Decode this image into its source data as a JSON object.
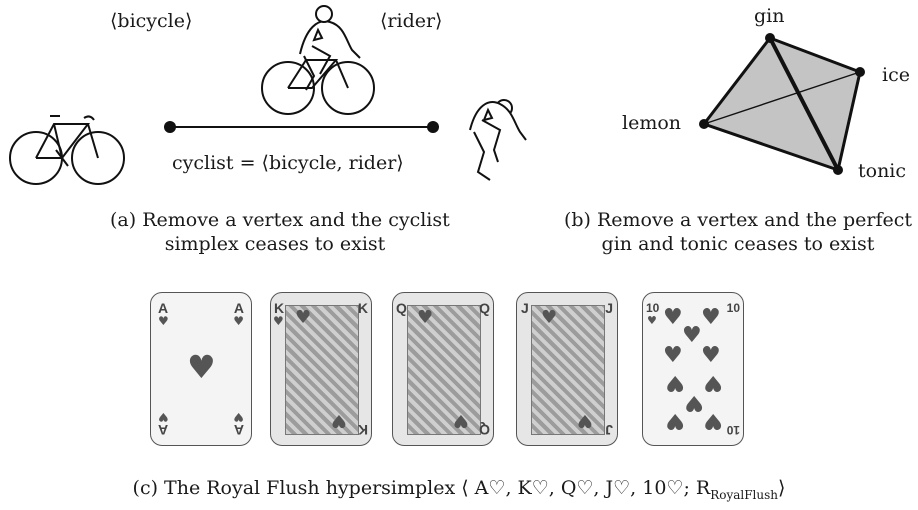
{
  "panel_a": {
    "bicycle_label": "⟨bicycle⟩",
    "rider_label": "⟨rider⟩",
    "cyclist_eq": "cyclist = ⟨bicycle, rider⟩",
    "caption_line1": "(a) Remove a vertex and the cyclist",
    "caption_line2": "simplex ceases to exist",
    "icons": [
      "bicycle-icon",
      "cyclist-icon",
      "rider-icon"
    ]
  },
  "panel_b": {
    "vertex_gin": "gin",
    "vertex_ice": "ice",
    "vertex_lemon": "lemon",
    "vertex_tonic": "tonic",
    "caption_line1": "(b) Remove a vertex and the perfect",
    "caption_line2": "gin and tonic ceases to exist",
    "fill_color": "#c4c4c4"
  },
  "panel_c": {
    "cards": [
      {
        "rank": "A",
        "suit": "♥"
      },
      {
        "rank": "K",
        "suit": "♥"
      },
      {
        "rank": "Q",
        "suit": "♥"
      },
      {
        "rank": "J",
        "suit": "♥"
      },
      {
        "rank": "10",
        "suit": "♥"
      }
    ],
    "caption_prefix": "(c) The Royal Flush hypersimplex ⟨ A♡, K♡, Q♡, J♡, 10♡; R",
    "caption_sub": "RoyalFlush",
    "caption_suffix": "⟩"
  }
}
